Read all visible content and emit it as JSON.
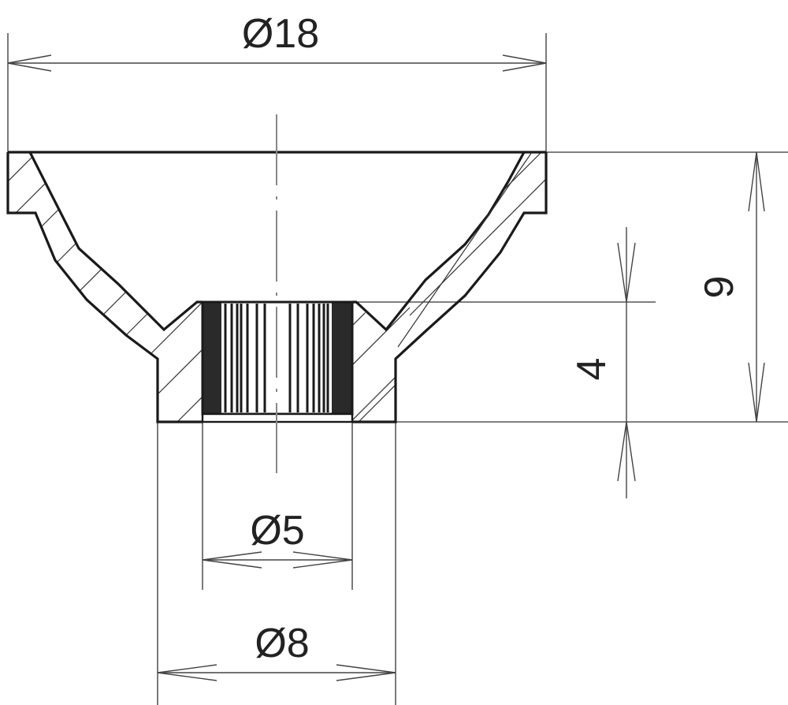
{
  "drawing": {
    "type": "technical-section-drawing",
    "subject": "conical cup with knurled threaded insert (cross-section)",
    "line_color": "#1a1a1a",
    "background": "#ffffff"
  },
  "dimensions": {
    "outer_diameter": {
      "label": "Ø18",
      "value": 18,
      "symbol": "Ø"
    },
    "total_height": {
      "label": "9",
      "value": 9
    },
    "insert_height": {
      "label": "4",
      "value": 4
    },
    "insert_diameter": {
      "label": "Ø5",
      "value": 5,
      "symbol": "Ø"
    },
    "base_diameter": {
      "label": "Ø8",
      "value": 8,
      "symbol": "Ø"
    }
  }
}
